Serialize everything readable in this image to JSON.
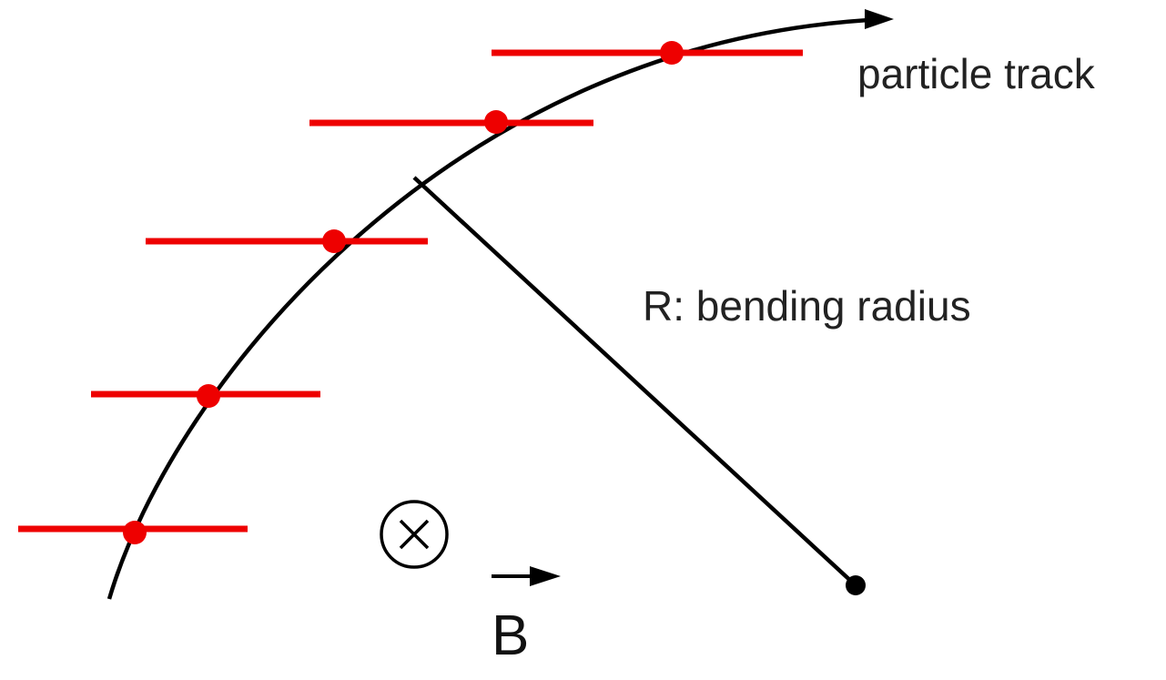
{
  "labels": {
    "track": "particle track",
    "radius": "R: bending radius",
    "field": "B"
  },
  "colors": {
    "track": "#000000",
    "detector_layer": "#ee0000",
    "hit": "#ee0000",
    "radius_line": "#000000",
    "text": "#222222"
  },
  "icons": {
    "field_direction": "circled-cross-into-page-icon",
    "vector_arrow": "vector-arrow-icon",
    "track_arrowhead": "arrowhead-icon",
    "curvature_center": "center-dot-icon"
  },
  "detector_layer_count": 5,
  "hit_count": 5
}
